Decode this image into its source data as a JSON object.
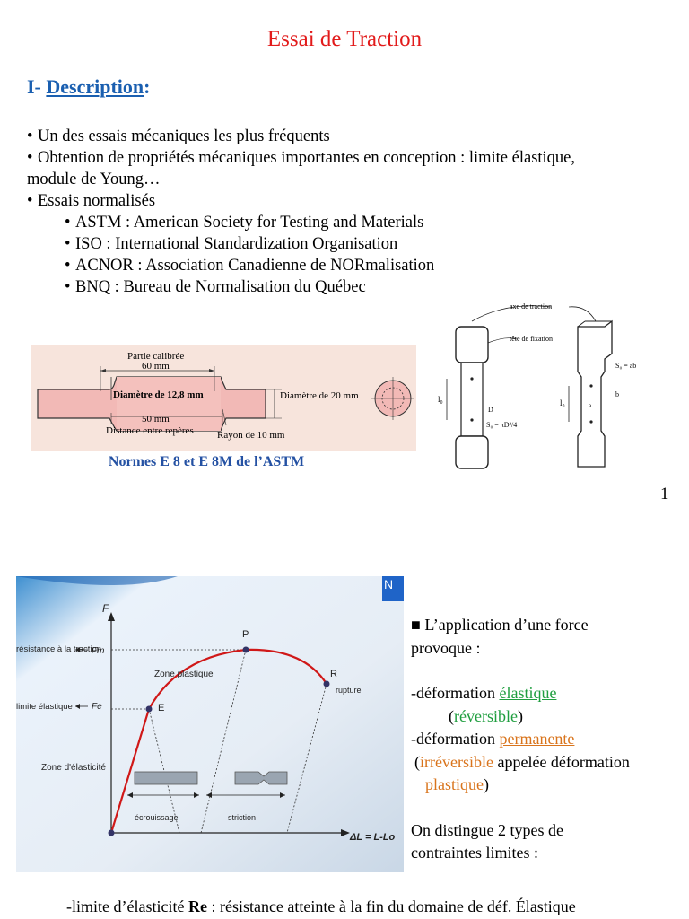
{
  "title": "Essai de Traction",
  "section": {
    "number": "I- ",
    "label": "Description",
    "colon": ":"
  },
  "bullets": [
    "Un des essais mécaniques les plus fréquents",
    "Obtention de propriétés mécaniques importantes en conception : limite élastique,",
    "module de Young…",
    "Essais normalisés"
  ],
  "sub_bullets": [
    "ASTM : American Society for Testing and Materials",
    "ISO : International Standardization Organisation",
    "ACNOR : Association Canadienne de NORmalisation",
    "BNQ : Bureau de Normalisation du Québec"
  ],
  "specimen": {
    "partie_calibree": "Partie calibrée",
    "len_60": "60 mm",
    "diametre_12": "Diamètre de 12,8 mm",
    "diametre_20": "Diamètre de 20 mm",
    "len_50": "50 mm",
    "distance": "Distance entre repères",
    "rayon": "Rayon de 10 mm"
  },
  "norms_caption": "Normes E 8 et E 8M de l’ASTM",
  "sketch": {
    "axe": "axe de traction",
    "tete": "tête de fixation",
    "l0": "l₀",
    "D": "D",
    "S0_round": "S₀ = πD²/4",
    "S0_rect": "S₀ = ab",
    "b": "b",
    "a": "a"
  },
  "page_number": "1",
  "graph": {
    "F": "F",
    "resistance": "résistance à la traction",
    "Fm": "Fm",
    "limite": "limite élastique",
    "Fe": "Fe",
    "P": "P",
    "E": "E",
    "R": "R",
    "rupture": "rupture",
    "zone_plastique": "Zone plastique",
    "zone_elasticite": "Zone d'élasticité",
    "ecrouissage": "écrouissage",
    "striction": "striction",
    "x_axis": "ΔL = L-Lo"
  },
  "right": {
    "l1": "■ L’application d’une force",
    "l2": "provoque :",
    "l3a": "-déformation ",
    "l3b": "élastique",
    "l4a": "(",
    "l4b": "réversible",
    "l4c": ")",
    "l5a": "-déformation ",
    "l5b": "permanente",
    "l6a": "(",
    "l6b": "irréversible",
    "l6c": " appelée déformation",
    "l7a": "plastique",
    "l7b": ")",
    "l8": "On distingue 2 types de",
    "l9": "contraintes limites :"
  },
  "bottom": {
    "a": "-limite d’élasticité ",
    "b": "Re",
    "c": " : résistance atteinte à la fin du domaine de déf. Élastique"
  },
  "colors": {
    "title": "#e21b1b",
    "section": "#1a5fb0",
    "green": "#1f9e3f",
    "orange": "#d9741c",
    "curve": "#d01818"
  }
}
